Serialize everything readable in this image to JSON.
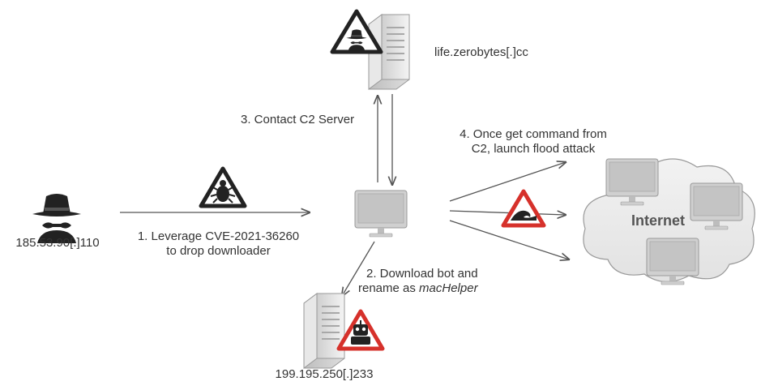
{
  "attacker": {
    "ip": "185.53.90[.]110"
  },
  "c2_server": {
    "domain": "life.zerobytes[.]cc"
  },
  "download_server": {
    "ip": "199.195.250[.]233"
  },
  "steps": {
    "step1_line1": "1. Leverage CVE-2021-36260",
    "step1_line2": "to drop downloader",
    "step2_line1": "2. Download bot and",
    "step2_line2_prefix": "rename as ",
    "step2_line2_italic": "macHelper",
    "step3": "3. Contact C2 Server",
    "step4_line1": "4. Once get command from",
    "step4_line2": "C2, launch flood attack"
  },
  "internet": {
    "label": "Internet"
  },
  "icons": {
    "hacker": "hacker-icon",
    "bug_warning": "bug-warning-icon",
    "c2_warning": "hacker-warning-icon",
    "wave_warning": "flood-wave-warning-icon",
    "robot_warning": "robot-warning-icon",
    "server": "server-icon",
    "monitor": "monitor-icon"
  },
  "colors": {
    "warning_red": "#d6312b",
    "icon_black": "#222222",
    "line": "#555555"
  }
}
